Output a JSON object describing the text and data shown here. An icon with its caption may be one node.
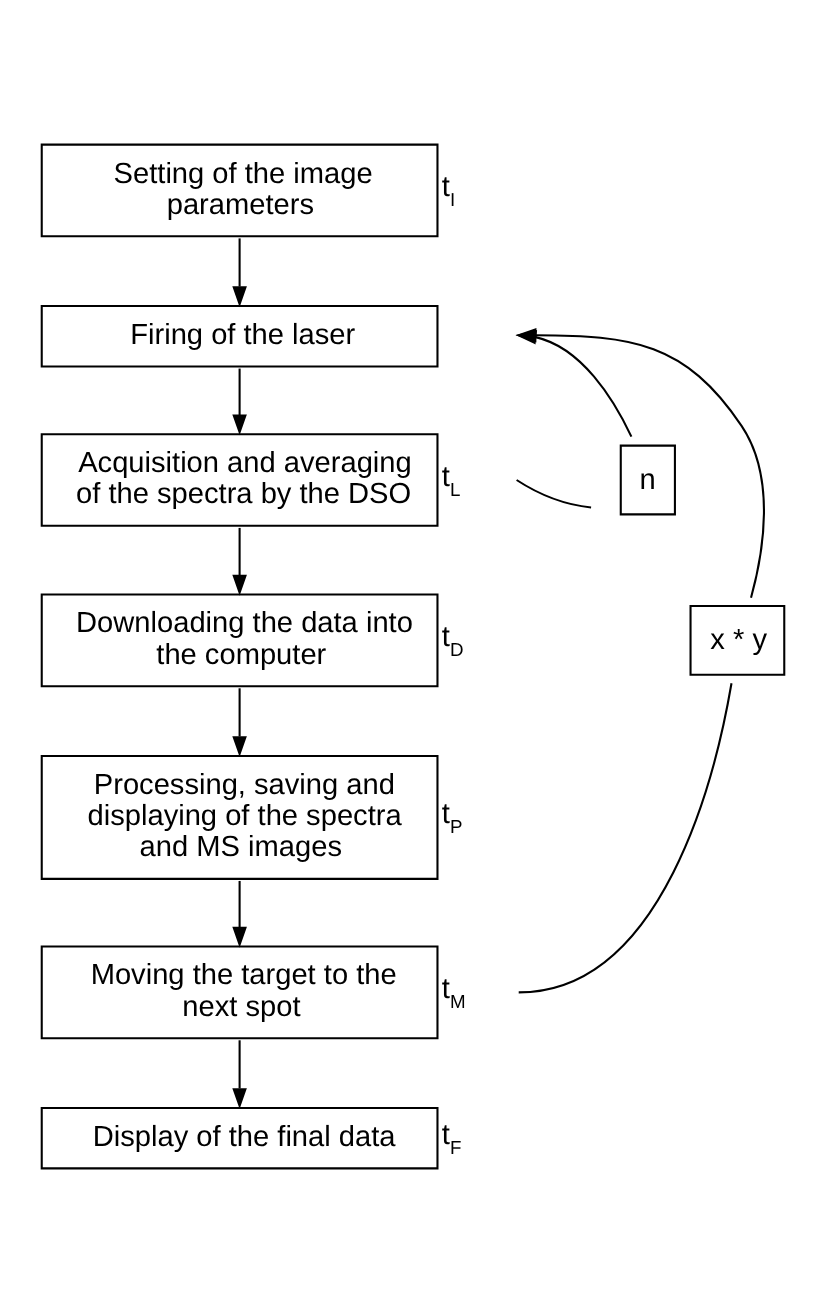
{
  "diagram": {
    "nodes": [
      {
        "text": [
          "Setting of the image parameters"
        ],
        "beside": [
          "t$_{I}$"
        ]
      },
      {
        "text": [
          "Firing of the laser"
        ]
      },
      {
        "text": [
          "Acquisition and averaging of the spectra by the DSO"
        ],
        "beside": [
          "t$_{L}$"
        ]
      },
      {
        "text": [
          "n"
        ]
      },
      {
        "text": [
          "Downloading the data into the computer"
        ],
        "beside": [
          "t$_{D}$"
        ]
      },
      {
        "text": [
          "Processing, saving and displaying of the spectra and MS images"
        ],
        "beside": [
          "t$_{P}$"
        ]
      },
      {
        "text": [
          "x * y"
        ]
      },
      {
        "text": [
          "Moving the target to the next spot"
        ],
        "beside": [
          "t$_{M}$"
        ]
      },
      {
        "text": [
          "Display of the final data"
        ],
        "beside": [
          "t$_{F}$"
        ]
      }
    ],
    "edges": [
      {
        "from": 0,
        "to": 1,
        "arrow": "to"
      },
      {
        "from": 1,
        "to": 2,
        "arrow": "to"
      },
      {
        "from": 2,
        "to": 3,
        "arrow": "none"
      },
      {
        "from": 3,
        "to": 1,
        "arrow": "to"
      },
      {
        "from": 2,
        "to": 4,
        "arrow": "to"
      },
      {
        "from": 4,
        "to": 5,
        "arrow": "to"
      },
      {
        "from": 5,
        "to": 7,
        "arrow": "to"
      },
      {
        "from": 7,
        "to": 6,
        "arrow": "none"
      },
      {
        "from": 6,
        "to": 1,
        "arrow": "to"
      },
      {
        "from": 7,
        "to": 8,
        "arrow": "to"
      }
    ]
  }
}
